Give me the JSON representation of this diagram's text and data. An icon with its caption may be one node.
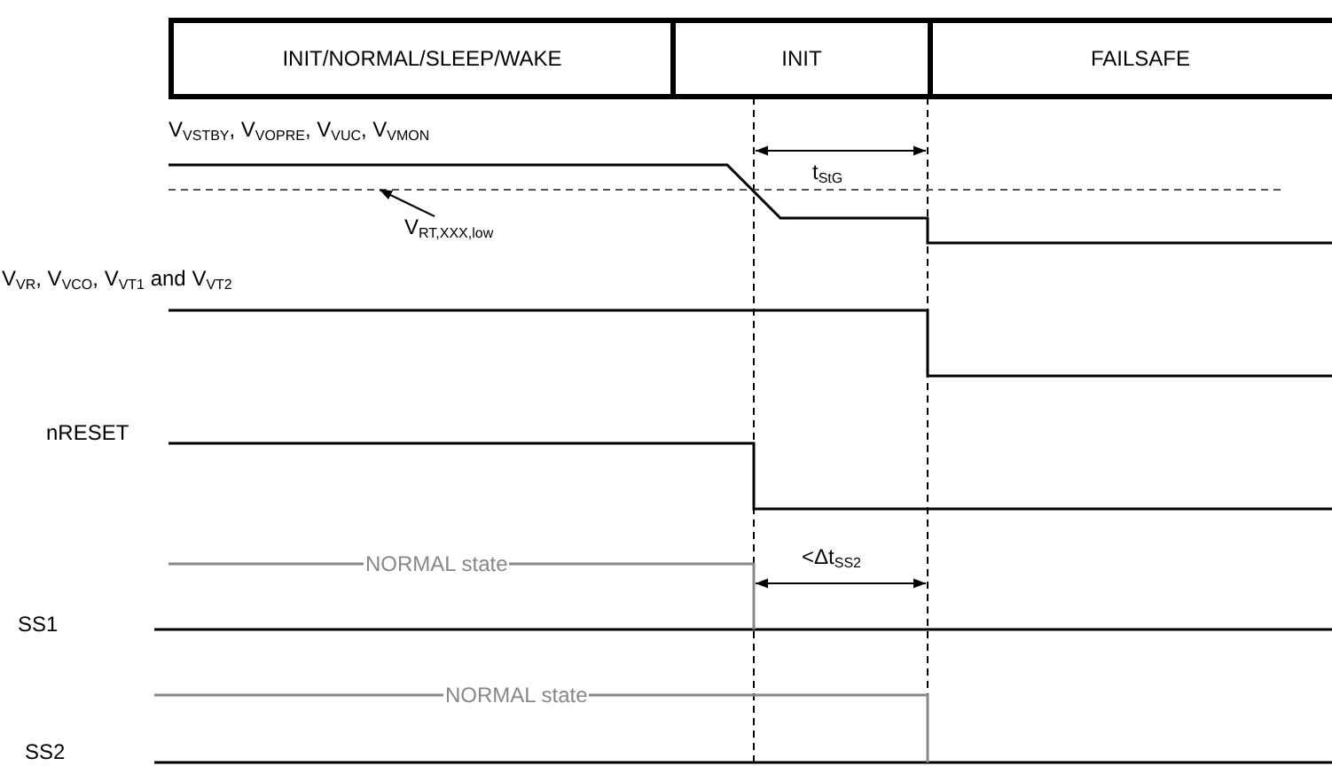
{
  "diagram": {
    "nodes": [
      {
        "text": [
          "INIT/NORMAL/SLEEP/WAKE"
        ]
      },
      {
        "text": [
          "INIT"
        ]
      },
      {
        "text": [
          "FAILSAFE"
        ]
      },
      {
        "text": [
          "V$_{RT,XXX,low}$"
        ]
      },
      {
        "text": [],
        "shape": "line"
      }
    ],
    "edges": [
      {
        "from": 3,
        "to": 4,
        "arrow": "to"
      }
    ],
    "labels": [
      "V$_{VSTBY}$, V$_{VOPRE}$, V$_{VUC}$, V$_{VMON}$",
      "t$_{StG}$",
      "V$_{VR}$, V$_{VCO}$, V$_{VT1}$ and V$_{VT2}$",
      "nRESET",
      "NORMAL state",
      "<Δt$_{SS2}$",
      "SS1",
      "NORMAL state",
      "SS2"
    ]
  }
}
